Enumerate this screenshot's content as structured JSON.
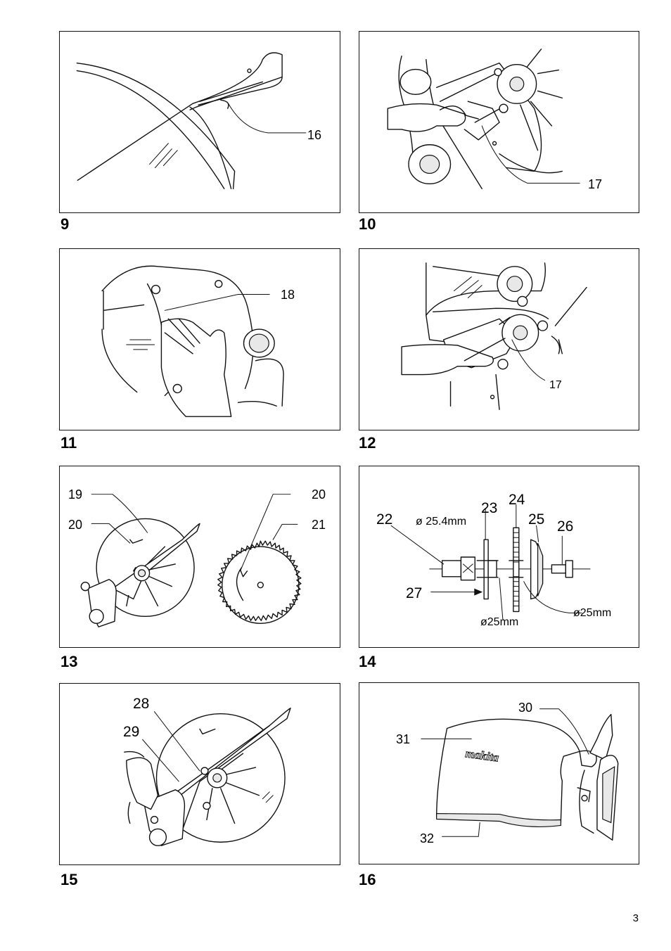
{
  "figures": [
    {
      "number": "9",
      "callouts": [
        "16"
      ]
    },
    {
      "number": "10",
      "callouts": [
        "17"
      ]
    },
    {
      "number": "11",
      "callouts": [
        "18"
      ]
    },
    {
      "number": "12",
      "callouts": [
        "17"
      ]
    },
    {
      "number": "13",
      "callouts": [
        "19",
        "20",
        "20",
        "21"
      ]
    },
    {
      "number": "14",
      "callouts": [
        "22",
        "23",
        "24",
        "25",
        "26",
        "27"
      ],
      "dimensions": [
        "ø 25.4mm",
        "ø25mm",
        "ø25mm"
      ]
    },
    {
      "number": "15",
      "callouts": [
        "28",
        "29"
      ]
    },
    {
      "number": "16",
      "callouts": [
        "30",
        "31",
        "32"
      ],
      "brand": "makita"
    }
  ],
  "page_number": "3"
}
